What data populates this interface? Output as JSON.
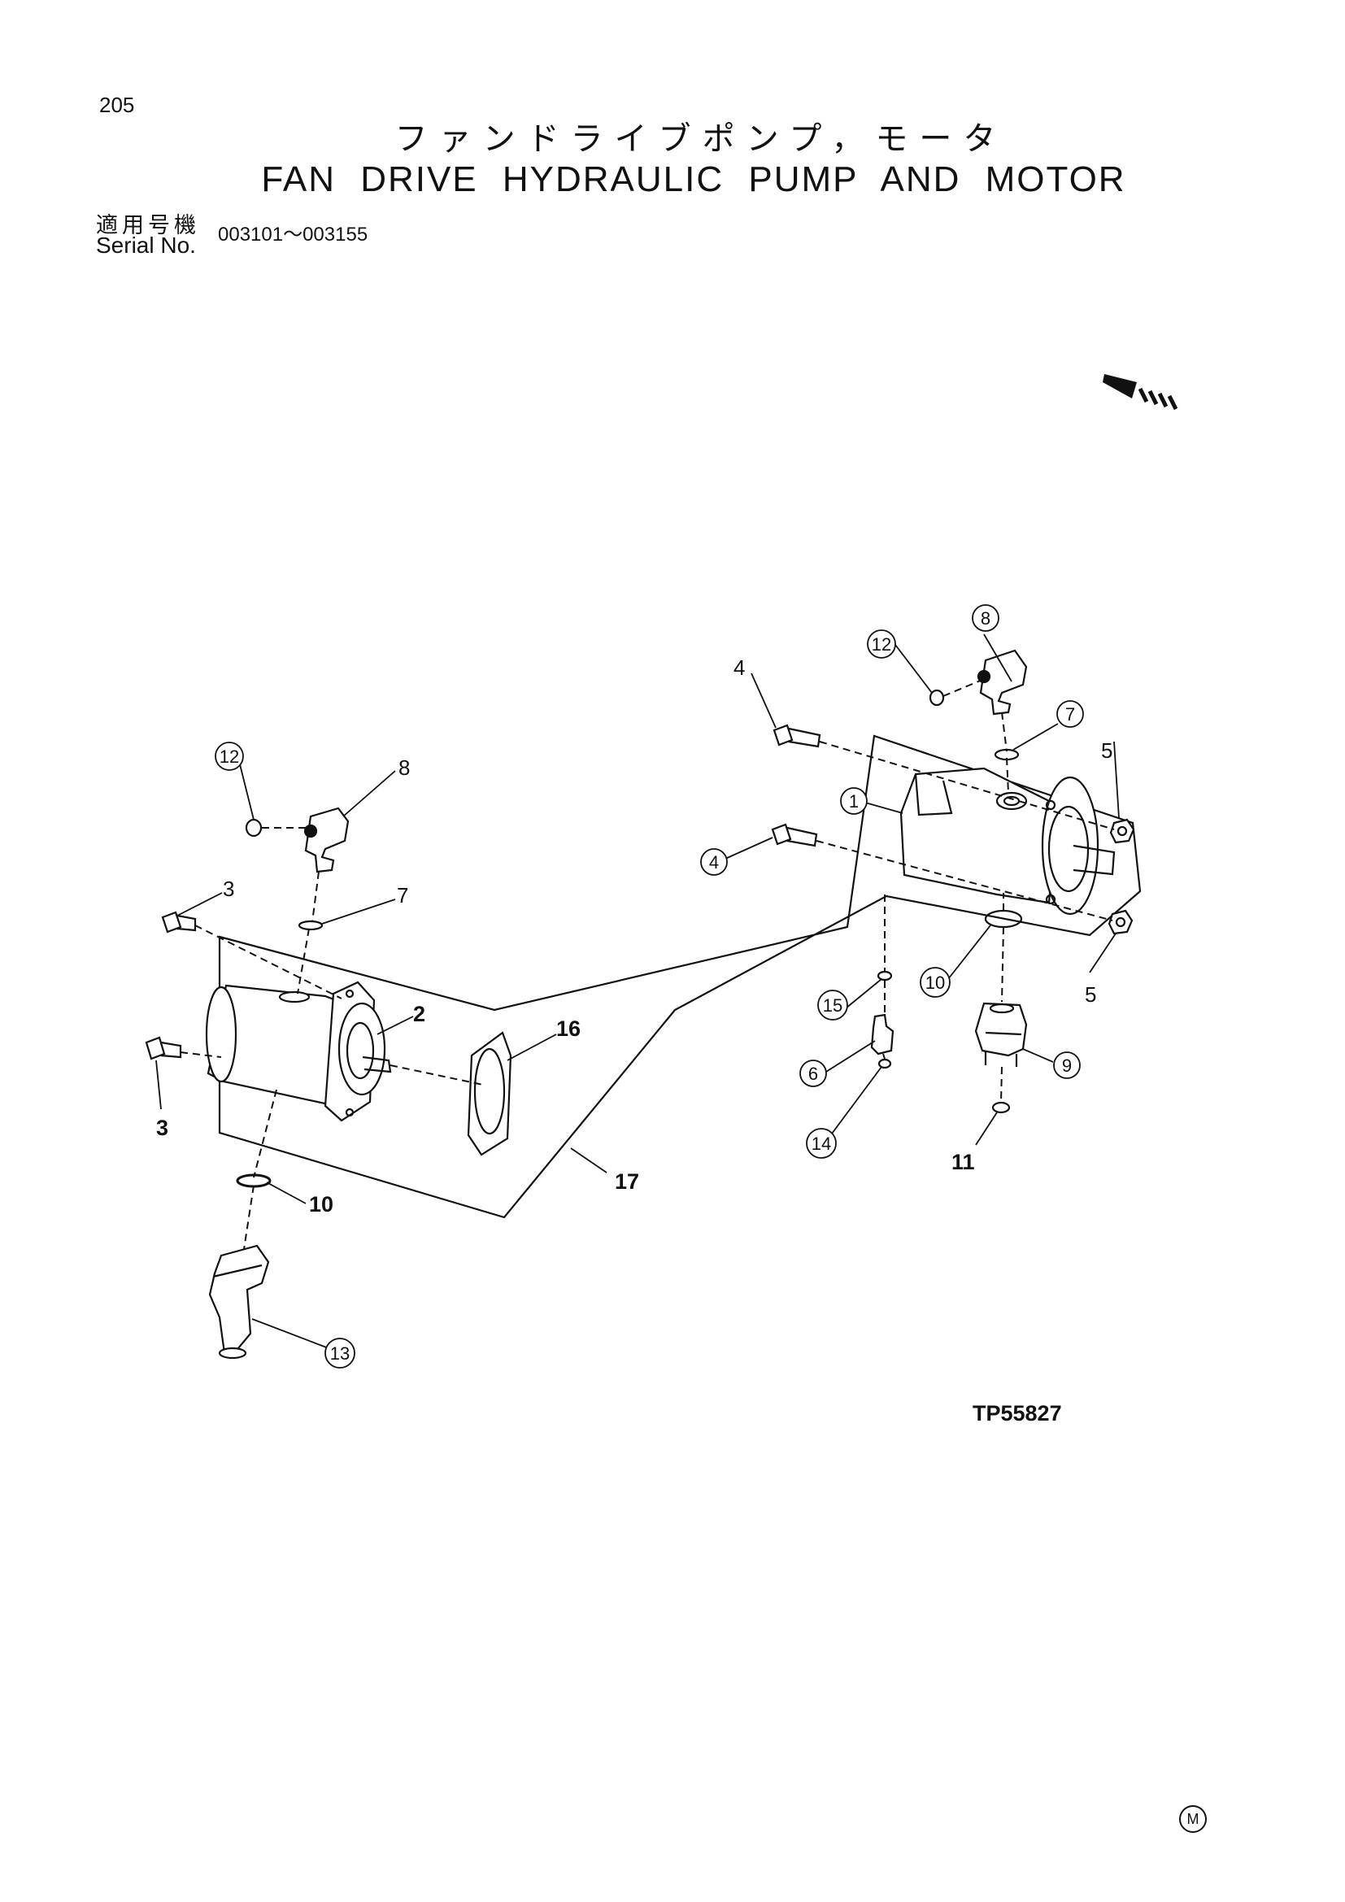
{
  "page": {
    "number": "205",
    "title_jp": "ファンドライブポンプ，モータ",
    "title_en": "FAN DRIVE HYDRAULIC PUMP AND MOTOR",
    "serial_label_jp": "適用号機",
    "serial_label_en": "Serial No.",
    "serial_range": "003101～003155",
    "figure_code": "TP55827",
    "corner_mark": "M"
  },
  "diagram": {
    "callouts": [
      {
        "id": "c-1",
        "label": "1",
        "style": "circled"
      },
      {
        "id": "c-2",
        "label": "2",
        "style": "bold"
      },
      {
        "id": "c-3a",
        "label": "3",
        "style": "plain"
      },
      {
        "id": "c-3b",
        "label": "3",
        "style": "bold"
      },
      {
        "id": "c-4a",
        "label": "4",
        "style": "plain"
      },
      {
        "id": "c-4b",
        "label": "4",
        "style": "circled"
      },
      {
        "id": "c-5a",
        "label": "5",
        "style": "plain"
      },
      {
        "id": "c-5b",
        "label": "5",
        "style": "plain"
      },
      {
        "id": "c-6",
        "label": "6",
        "style": "circled"
      },
      {
        "id": "c-7a",
        "label": "7",
        "style": "plain"
      },
      {
        "id": "c-7b",
        "label": "7",
        "style": "circled"
      },
      {
        "id": "c-8a",
        "label": "8",
        "style": "plain"
      },
      {
        "id": "c-8b",
        "label": "8",
        "style": "circled"
      },
      {
        "id": "c-9",
        "label": "9",
        "style": "circled"
      },
      {
        "id": "c-10a",
        "label": "10",
        "style": "bold"
      },
      {
        "id": "c-10b",
        "label": "10",
        "style": "circled"
      },
      {
        "id": "c-11",
        "label": "11",
        "style": "bold"
      },
      {
        "id": "c-12a",
        "label": "12",
        "style": "circled"
      },
      {
        "id": "c-12b",
        "label": "12",
        "style": "circled"
      },
      {
        "id": "c-13",
        "label": "13",
        "style": "circled"
      },
      {
        "id": "c-14",
        "label": "14",
        "style": "circled"
      },
      {
        "id": "c-15",
        "label": "15",
        "style": "circled"
      },
      {
        "id": "c-16",
        "label": "16",
        "style": "bold"
      },
      {
        "id": "c-17",
        "label": "17",
        "style": "bold"
      }
    ]
  }
}
